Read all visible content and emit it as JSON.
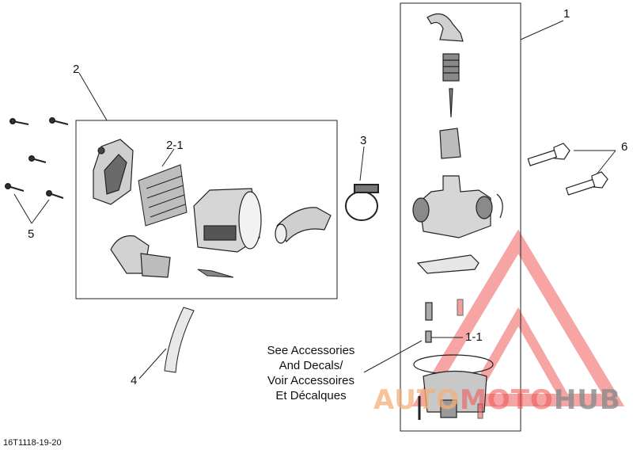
{
  "callouts": [
    "1",
    "2",
    "2-1",
    "3",
    "4",
    "5",
    "6",
    "1-1"
  ],
  "note_lines": [
    "See Accessories",
    "And Decals/",
    "Voir Accessoires",
    "Et Décalques"
  ],
  "diagram_code": "16T1118-19-20",
  "watermark": {
    "part1": "AUTO",
    "part2": "MOTO",
    "part3": "HUB"
  },
  "colors": {
    "watermark_orange": "#f3b07a",
    "watermark_red": "#ef5b5b",
    "watermark_gray": "#8a8a8a",
    "line": "#222222"
  }
}
